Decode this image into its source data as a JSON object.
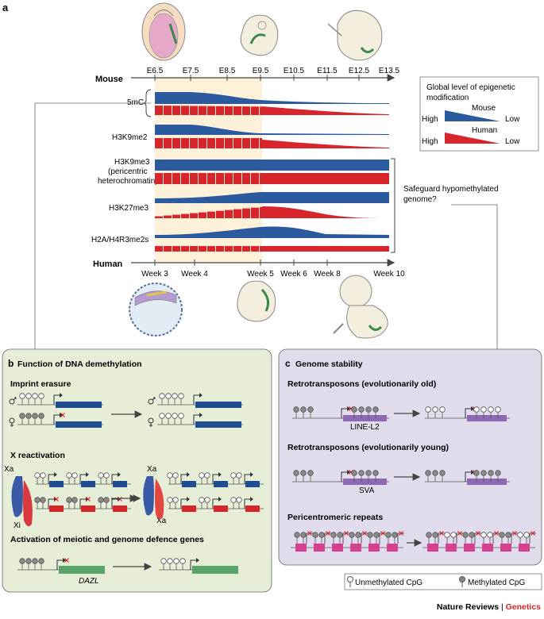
{
  "panel_a": {
    "letter": "a",
    "mouse_label": "Mouse",
    "human_label": "Human",
    "mouse_stages": [
      "E6.5",
      "E7.5",
      "E8.5",
      "E9.5",
      "E10.5",
      "E11.5",
      "E12.5",
      "E13.5"
    ],
    "human_stages": [
      "Week 3",
      "Week 4",
      "Week 5",
      "Week 6",
      "Week 8",
      "Week 10"
    ],
    "marks": [
      "5mC",
      "H3K9me2",
      "H3K9me3",
      "(pericentric",
      "heterochromatin)",
      "H3K27me3",
      "H2A/H4R3me2s"
    ],
    "legend": {
      "title_line1": "Global level of epigenetic",
      "title_line2": "modification",
      "mouse": "Mouse",
      "human": "Human",
      "high": "High",
      "low": "Low"
    },
    "safeguard_line1": "Safeguard hypomethylated",
    "safeguard_line2": "genome?",
    "colors": {
      "mouse": "#2b5a9e",
      "human": "#d8242b",
      "window": "#fdf1d9"
    }
  },
  "panel_b": {
    "letter": "b",
    "title": "Function of DNA demethylation",
    "imprint": "Imprint erasure",
    "xreact": "X reactivation",
    "xa": "Xa",
    "xi": "Xi",
    "meiotic": "Activation of meiotic and genome defence genes",
    "dazl": "DAZL",
    "colors": {
      "bg": "#e6eed8",
      "gene_blue": "#1f4f91",
      "gene_red": "#d8242b",
      "gene_green": "#5aa36b"
    }
  },
  "panel_c": {
    "letter": "c",
    "title": "Genome stability",
    "retro_old": "Retrotransposons (evolutionarily old)",
    "line_l2": "LINE-L2",
    "retro_young": "Retrotransposons (evolutionarily young)",
    "sva": "SVA",
    "peri": "Pericentromeric repeats",
    "colors": {
      "bg": "#e1dcec",
      "gene_purple": "#8f68b3",
      "repeat_pink": "#d6408e"
    }
  },
  "cpg_legend": {
    "unmethylated": "Unmethylated CpG",
    "methylated": "Methylated CpG"
  },
  "footer": {
    "journal": "Nature Reviews",
    "sep": " | ",
    "section": "Genetics"
  }
}
